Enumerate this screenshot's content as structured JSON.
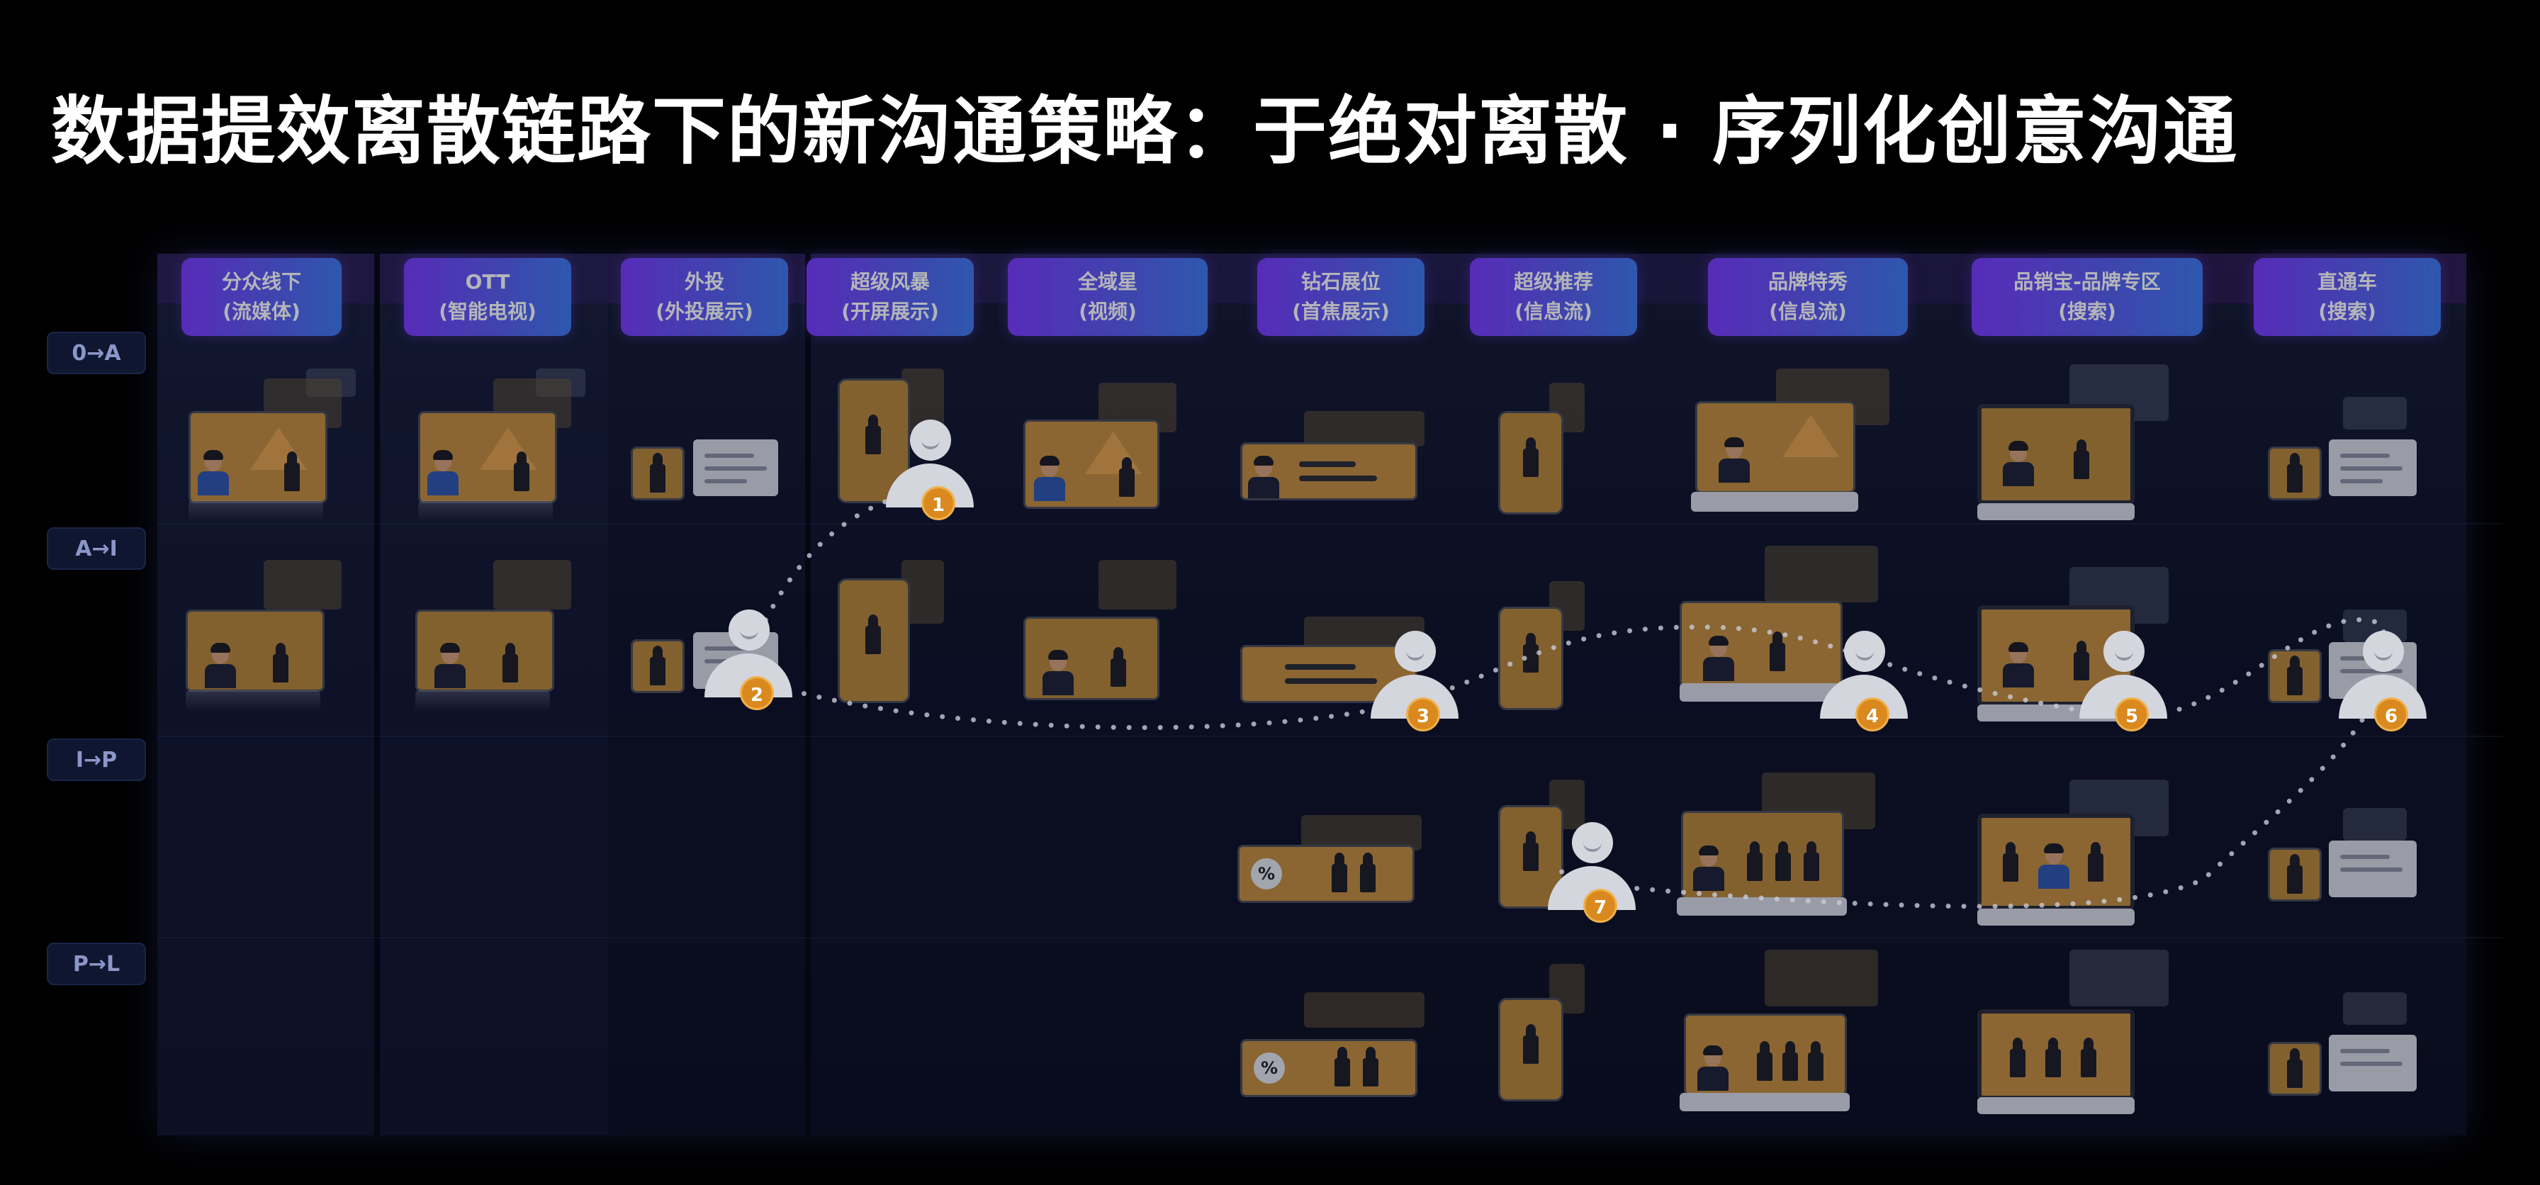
{
  "title": "数据提效离散链路下的新沟通策略：于绝对离散 · 序列化创意沟通",
  "stages": [
    "0→A",
    "A→I",
    "I→P",
    "P→L"
  ],
  "channels": [
    {
      "name": "分众线下",
      "sub": "(流媒体)"
    },
    {
      "name": "OTT",
      "sub": "(智能电视)"
    },
    {
      "name": "外投",
      "sub": "(外投展示)"
    },
    {
      "name": "超级风暴",
      "sub": "(开屏展示)"
    },
    {
      "name": "全域星",
      "sub": "(视频)"
    },
    {
      "name": "钻石展位",
      "sub": "(首焦展示)"
    },
    {
      "name": "超级推荐",
      "sub": "(信息流)"
    },
    {
      "name": "品牌特秀",
      "sub": "(信息流)"
    },
    {
      "name": "品销宝-品牌专区",
      "sub": "(搜索)"
    },
    {
      "name": "直通车",
      "sub": "(搜索)"
    }
  ],
  "journey_steps": [
    "1",
    "2",
    "3",
    "4",
    "5",
    "6",
    "7"
  ],
  "card_glyphs": {
    "percent": "%"
  },
  "colors": {
    "header_start": "#7a3bff",
    "header_end": "#3f7af0",
    "step_badge": "#d9891e",
    "board": "#0e1228"
  }
}
